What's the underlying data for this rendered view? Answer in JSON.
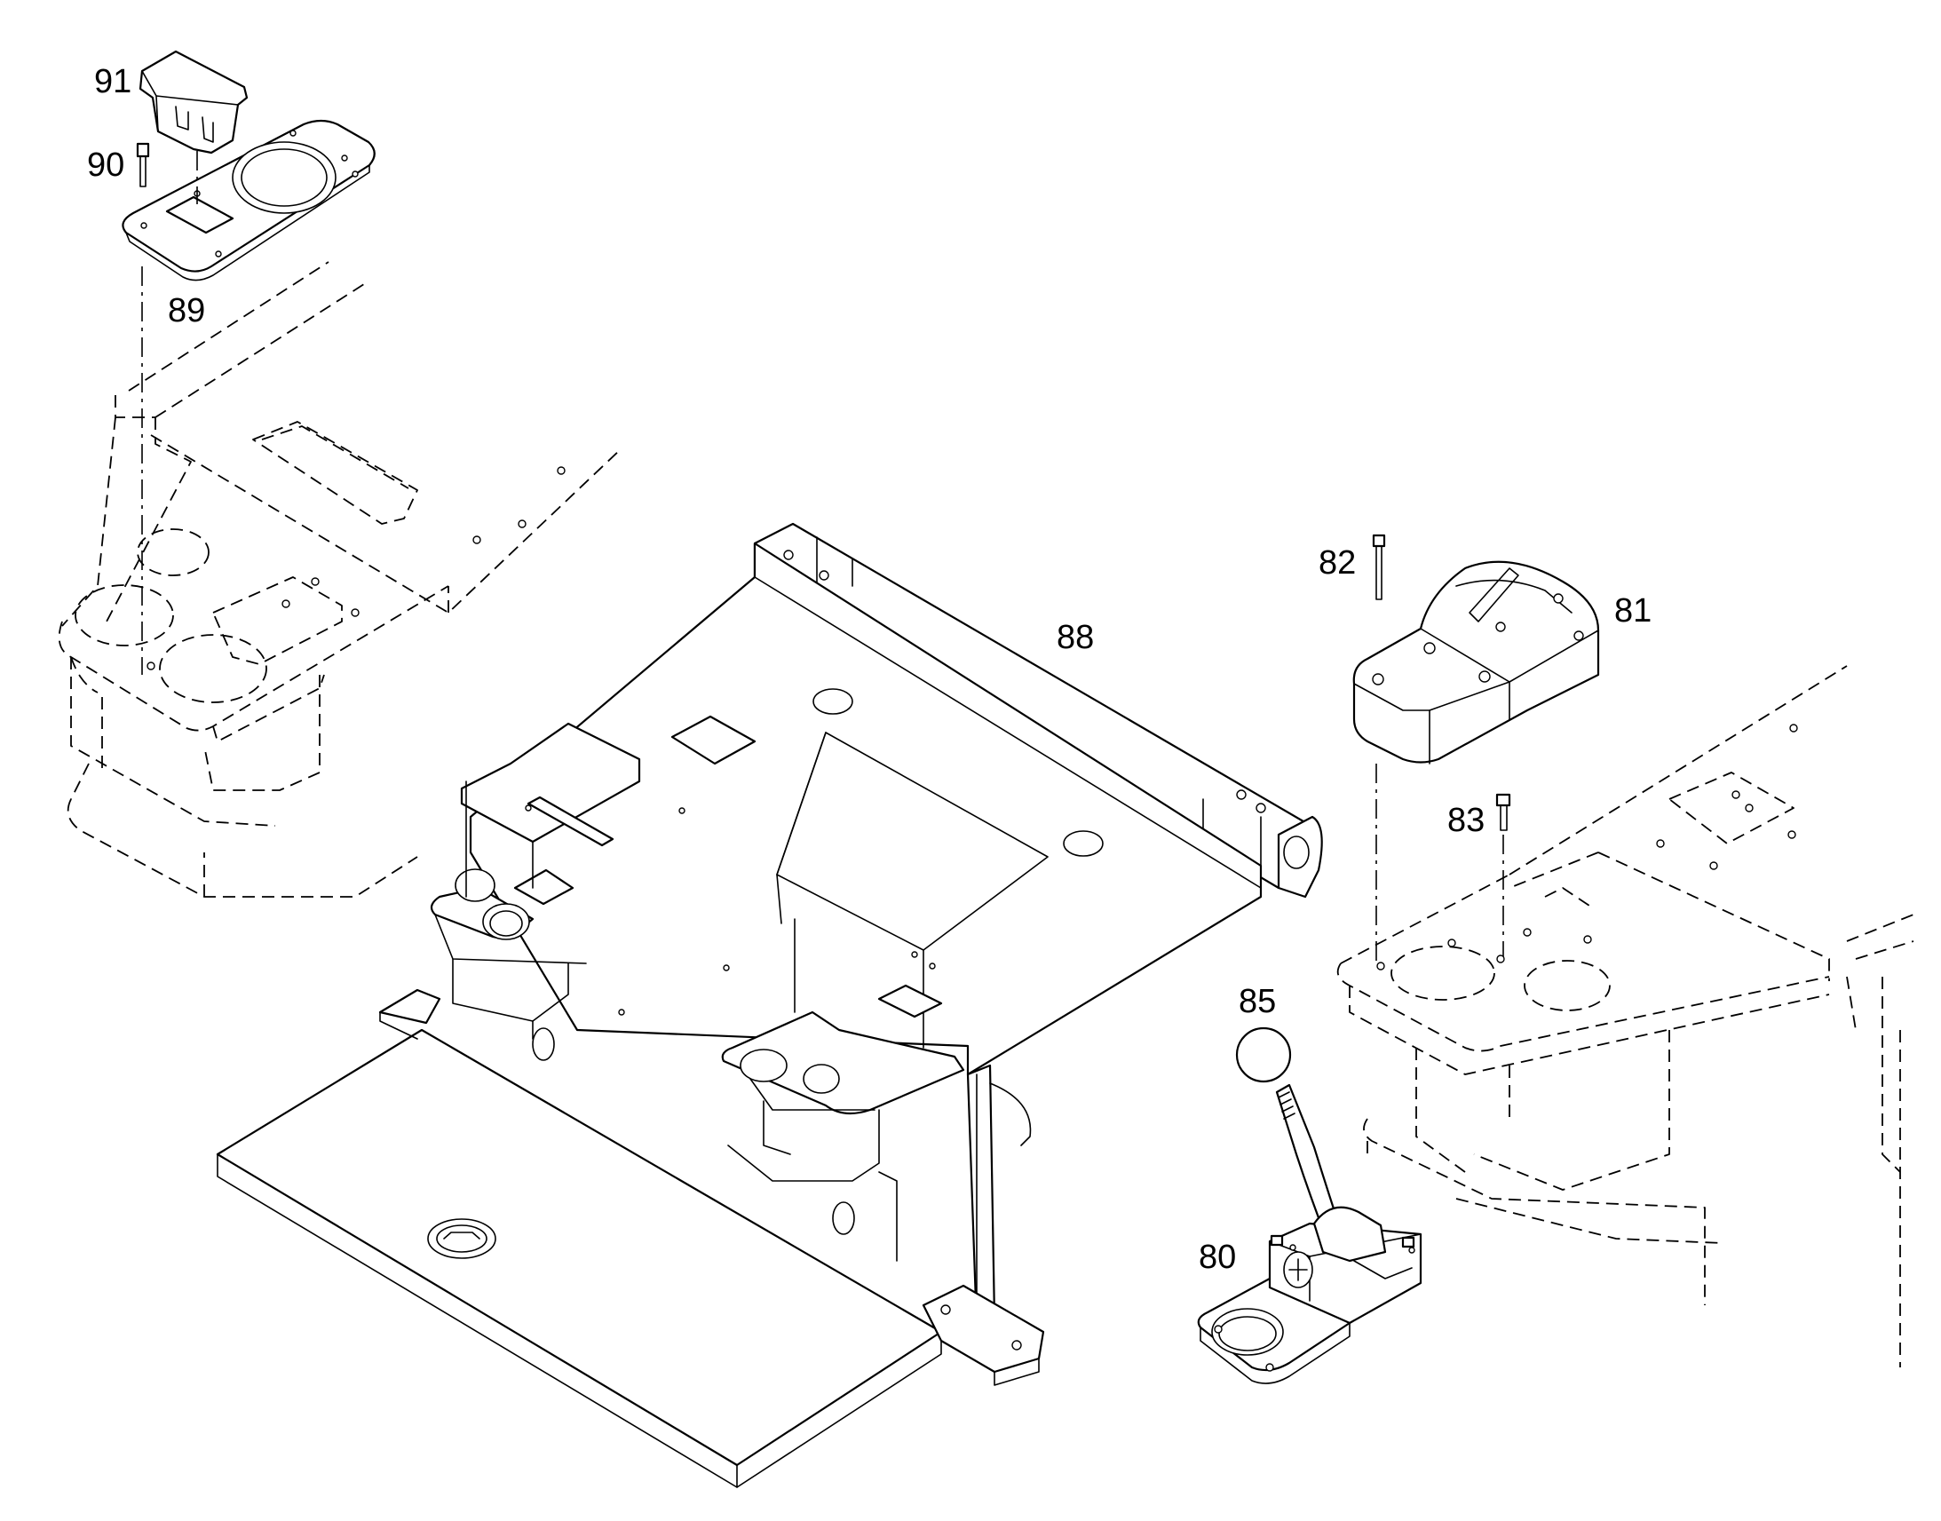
{
  "callouts": {
    "p80": "80",
    "p81": "81",
    "p82": "82",
    "p83": "83",
    "p85": "85",
    "p88": "88",
    "p89": "89",
    "p90": "90",
    "p91": "91"
  }
}
